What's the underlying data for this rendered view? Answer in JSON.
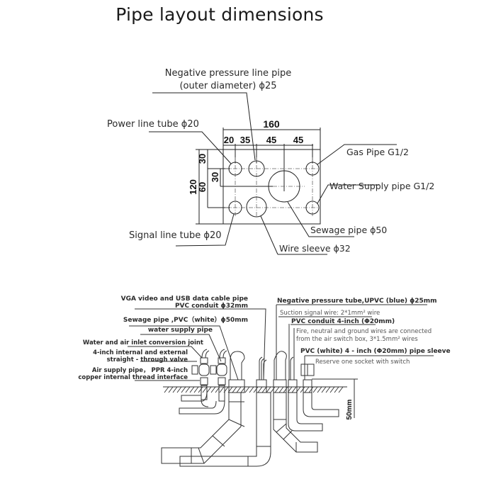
{
  "title": "Pipe layout dimensions",
  "top_diagram": {
    "labels": {
      "negative_pressure_line_1": "Negative pressure line pipe",
      "negative_pressure_line_2": "(outer diameter) ϕ25",
      "power_line": "Power line tube ϕ20",
      "gas_pipe": "Gas Pipe  G1/2",
      "water_supply": "Water Supply pipe  G1/2",
      "sewage_pipe": "Sewage pipe ϕ50",
      "wire_sleeve": "Wire sleeve  ϕ32",
      "signal_line": "Signal line tube ϕ20"
    },
    "dimensions": {
      "total_width": "160",
      "w1": "20",
      "w2": "35",
      "w3": "45",
      "w4": "45",
      "total_height": "120",
      "h_60": "60",
      "h_30a": "30",
      "h_30b": "30"
    }
  },
  "bottom_diagram": {
    "labels": {
      "vga_1": "VGA video and USB data cable pipe",
      "vga_2": "PVC conduit ϕ32mm",
      "sewage": "Sewage pipe ,PVC（white）ϕ50mm",
      "water_supply": "water supply pipe",
      "conversion_joint": "Water and air inlet conversion joint",
      "valve_1": "4-inch internal and external",
      "valve_2": "straight - through valve",
      "air_supply_1": "Air supply pipe， PPR 4-inch",
      "air_supply_2": "copper internal thread interface",
      "negative_tube": "Negative pressure tube,UPVC (blue)  ϕ25mm",
      "suction_wire": "Suction signal wire:   2*1mm² wire",
      "pvc_conduit": "PVC conduit 4-inch (Φ20mm)",
      "fire_wires_1": "Fire, neutral and ground wires are connected",
      "fire_wires_2": "from the air switch box, 3*1.5mm² wires",
      "pvc_sleeve": "PVC (white) 4 - inch (Φ20mm) pipe sleeve",
      "socket": "Reserve one socket with switch",
      "depth": "50mm"
    }
  }
}
